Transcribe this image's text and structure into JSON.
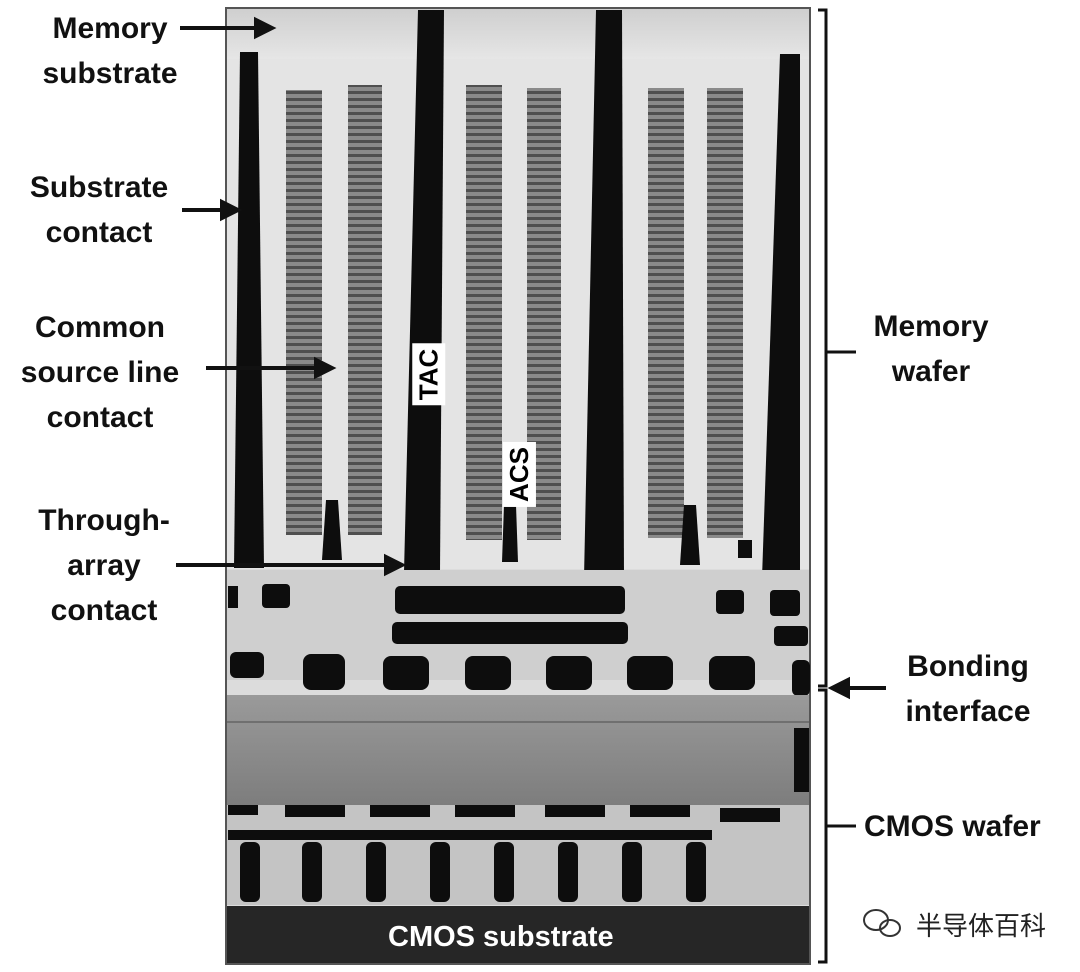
{
  "labels_left": {
    "memory_substrate": [
      "Memory",
      "substrate"
    ],
    "substrate_contact": [
      "Substrate",
      "contact"
    ],
    "common_source_line_contact": [
      "Common",
      "source line",
      "contact"
    ],
    "through_array_contact": [
      "Through-",
      "array",
      "contact"
    ]
  },
  "labels_right": {
    "memory_wafer": [
      "Memory",
      "wafer"
    ],
    "bonding_interface": [
      "Bonding",
      "interface"
    ],
    "cmos_wafer": "CMOS wafer"
  },
  "inline_tags": {
    "tac": "TAC",
    "acs": "ACS"
  },
  "bottom_label": "CMOS substrate",
  "watermark": "半导体百科",
  "colors": {
    "contact": "#0d0d0d",
    "oxide": "#d6d6d6",
    "array": "#6a6a6a",
    "background": "#ffffff"
  }
}
